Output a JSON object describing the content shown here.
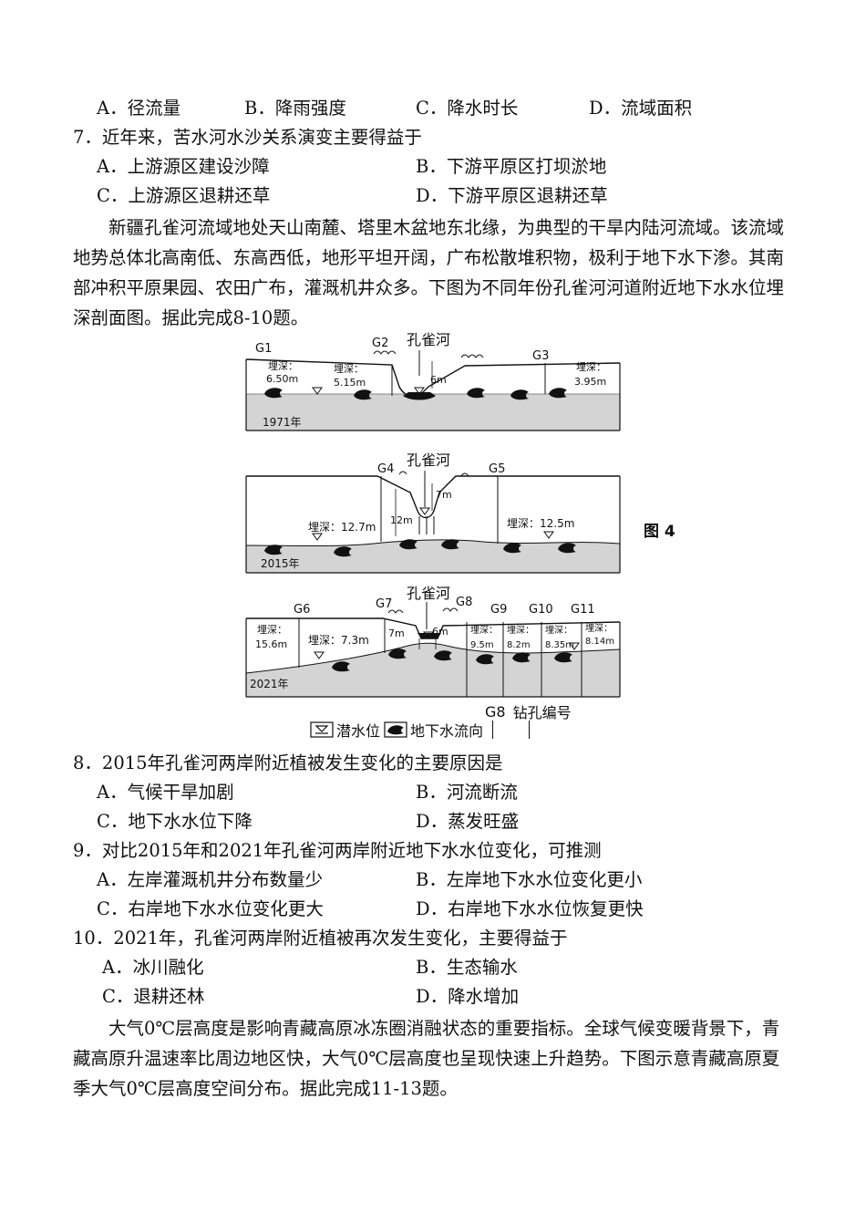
{
  "q6_options": [
    "A．径流量",
    "B．降雨强度",
    "C．降水时长",
    "D．流域面积"
  ],
  "q7": {
    "stem": "7．近年来，苦水河水沙关系演变主要得益于",
    "options": [
      "A．上游源区建设沙障",
      "B．下游平原区打坝淤地",
      "C．上游源区退耕还草",
      "D．下游平原区退耕还草"
    ]
  },
  "passage1": "新疆孔雀河流域地处天山南麓、塔里木盆地东北缘，为典型的干旱内陆河流域。该流域地势总体北高南低、东高西低，地形平坦开阔，广布松散堆积物，极利于地下水下渗。其南部冲积平原果园、农田广布，灌溉机井众多。下图为不同年份孔雀河河道附近地下水水位埋深剖面图。据此完成8-10题。",
  "figure": {
    "label": "图 4",
    "river": "孔雀河",
    "depth_prefix": "埋深：",
    "p1971": {
      "year": "1971年",
      "wells": [
        "G1",
        "G2",
        "G3"
      ],
      "depths": [
        "6.50m",
        "5.15m",
        "3.95m"
      ],
      "river_depth": "6m"
    },
    "p2015": {
      "year": "2015年",
      "wells": [
        "G4",
        "G5"
      ],
      "depths": [
        "埋深：12.7m",
        "埋深：12.5m"
      ],
      "river_depths": [
        "12m",
        "7m"
      ]
    },
    "p2021": {
      "year": "2021年",
      "wells": [
        "G6",
        "G7",
        "G8",
        "G9",
        "G10",
        "G11"
      ],
      "depths": [
        "15.6m",
        "埋深：7.3m",
        "9.5m",
        "8.2m",
        "8.35m",
        "8.14m"
      ],
      "river_depths": [
        "7m",
        "6m"
      ]
    },
    "legend": {
      "water_table": "潜水位",
      "flow": "地下水流向",
      "well_code": "G8",
      "well_label": "钻孔编号"
    }
  },
  "q8": {
    "stem": "8．2015年孔雀河两岸附近植被发生变化的主要原因是",
    "options": [
      "A．气候干旱加剧",
      "B．河流断流",
      "C．地下水水位下降",
      "D．蒸发旺盛"
    ]
  },
  "q9": {
    "stem": "9．对比2015年和2021年孔雀河两岸附近地下水水位变化，可推测",
    "options": [
      "A．左岸灌溉机井分布数量少",
      "B．左岸地下水水位变化更小",
      "C．右岸地下水水位变化更大",
      "D．右岸地下水水位恢复更快"
    ]
  },
  "q10": {
    "stem": "10．2021年，孔雀河两岸附近植被再次发生变化，主要得益于",
    "options": [
      "A．冰川融化",
      "B．生态输水",
      "C．退耕还林",
      "D．降水增加"
    ]
  },
  "passage2": "大气0℃层高度是影响青藏高原冰冻圈消融状态的重要指标。全球气候变暖背景下，青藏高原升温速率比周边地区快，大气0℃层高度也呈现快速上升趋势。下图示意青藏高原夏季大气0℃层高度空间分布。据此完成11-13题。"
}
